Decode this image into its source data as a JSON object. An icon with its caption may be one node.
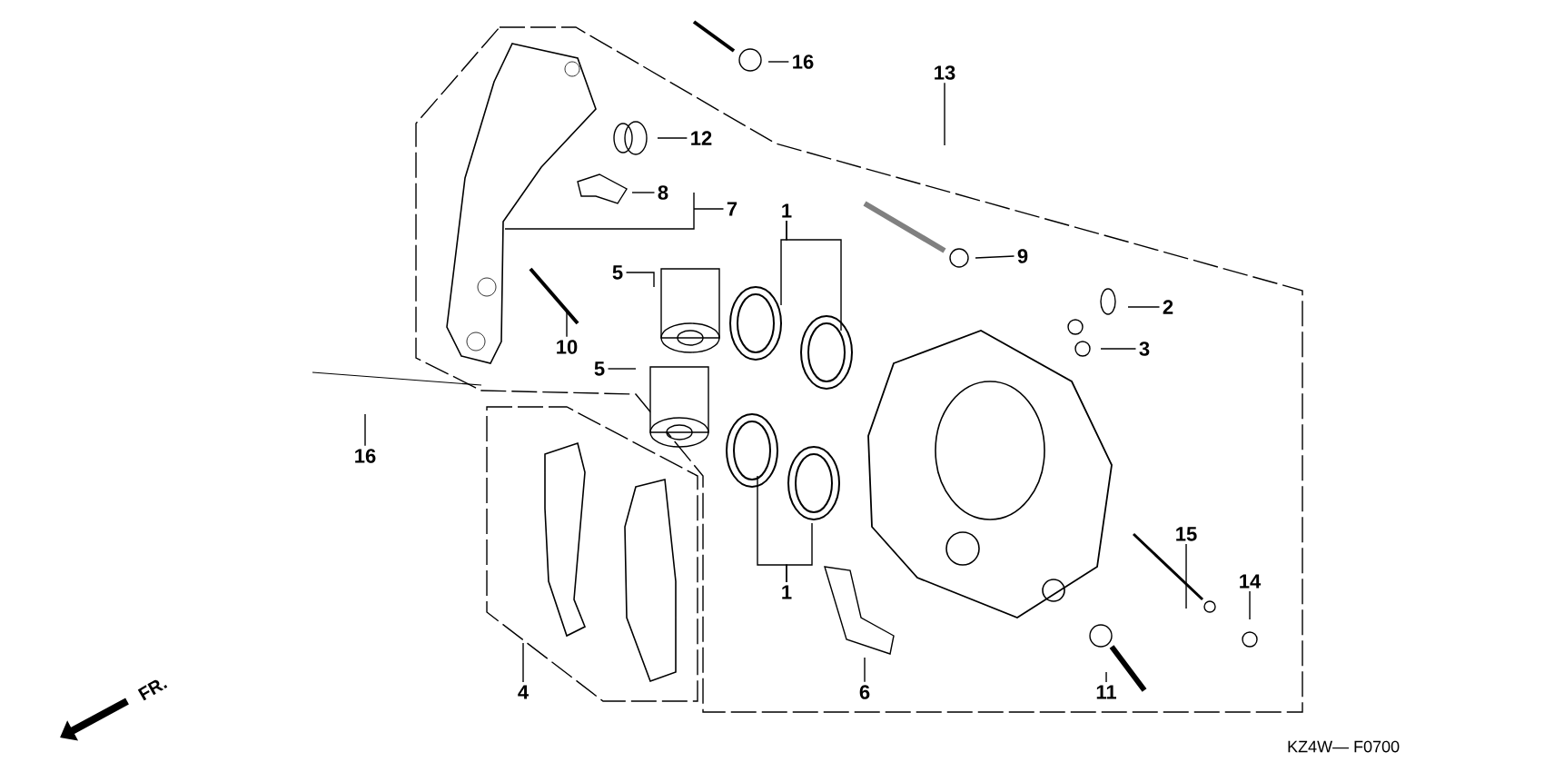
{
  "diagram": {
    "nodes": [
      {
        "text": [
          "16"
        ]
      },
      {
        "text": [
          "13"
        ]
      },
      {
        "text": [
          "12"
        ]
      },
      {
        "text": [
          "8"
        ]
      },
      {
        "text": [
          "7"
        ]
      },
      {
        "text": [
          "1"
        ]
      },
      {
        "text": [
          "9"
        ]
      },
      {
        "text": [
          "5"
        ]
      },
      {
        "text": [
          "2"
        ]
      },
      {
        "text": [
          "10"
        ]
      },
      {
        "text": [
          "3"
        ]
      },
      {
        "text": [
          "5"
        ]
      },
      {
        "text": [
          "16"
        ]
      },
      {
        "text": [
          "15"
        ]
      },
      {
        "text": [
          "1"
        ]
      },
      {
        "text": [
          "14"
        ]
      },
      {
        "text": [
          "4"
        ]
      },
      {
        "text": [
          "6"
        ]
      },
      {
        "text": [
          "11"
        ]
      }
    ],
    "edges": [
      {
        "from": 0,
        "to": null,
        "arrow": "none"
      },
      {
        "from": 1,
        "to": null,
        "arrow": "none"
      },
      {
        "from": 2,
        "to": null,
        "arrow": "none"
      },
      {
        "from": 3,
        "to": null,
        "arrow": "none"
      },
      {
        "from": 4,
        "to": null,
        "arrow": "none"
      },
      {
        "from": 5,
        "to": null,
        "arrow": "none"
      },
      {
        "from": 5,
        "to": null,
        "arrow": "none"
      },
      {
        "from": 6,
        "to": null,
        "arrow": "none"
      },
      {
        "from": 7,
        "to": null,
        "arrow": "none"
      },
      {
        "from": 8,
        "to": null,
        "arrow": "none"
      },
      {
        "from": 9,
        "to": null,
        "arrow": "none"
      },
      {
        "from": 10,
        "to": null,
        "arrow": "none"
      },
      {
        "from": 11,
        "to": null,
        "arrow": "none"
      },
      {
        "from": 12,
        "to": null,
        "arrow": "none"
      },
      {
        "from": 13,
        "to": null,
        "arrow": "none"
      },
      {
        "from": 14,
        "to": null,
        "arrow": "none"
      },
      {
        "from": 14,
        "to": null,
        "arrow": "none"
      },
      {
        "from": 15,
        "to": null,
        "arrow": "none"
      },
      {
        "from": 16,
        "to": null,
        "arrow": "none"
      },
      {
        "from": 17,
        "to": null,
        "arrow": "none"
      },
      {
        "from": 18,
        "to": null,
        "arrow": "none"
      }
    ],
    "labels": [
      "FR.",
      "KZ4W— F0700"
    ]
  }
}
